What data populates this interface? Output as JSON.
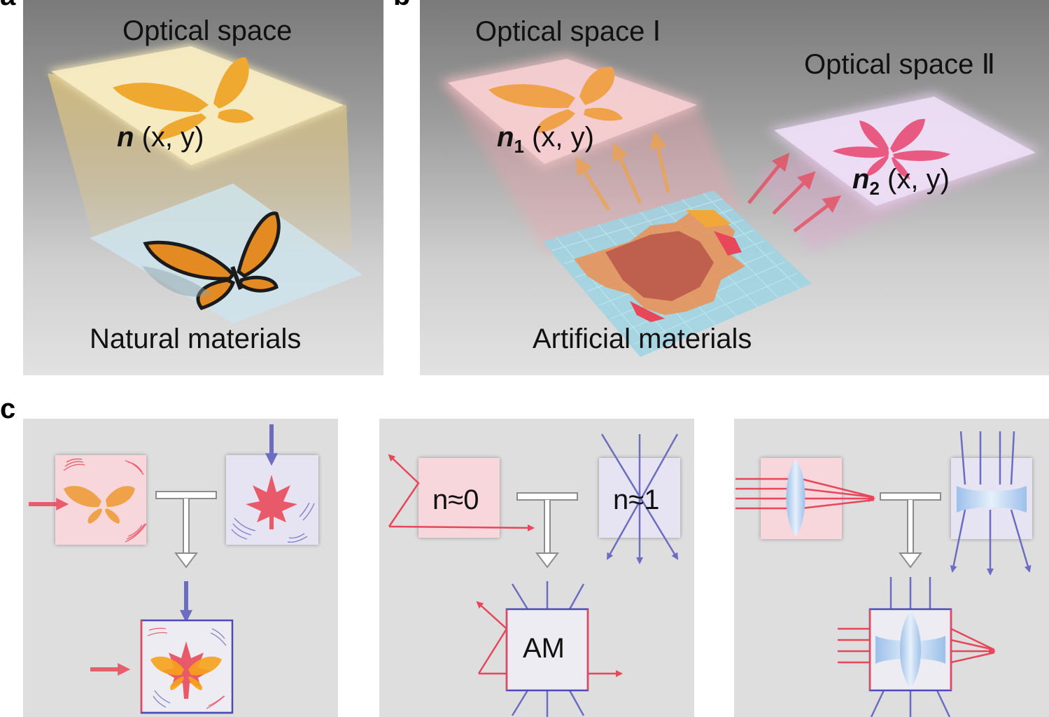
{
  "panels": {
    "a": {
      "letter": "a",
      "title": "Optical space",
      "bottom_label": "Natural materials",
      "index": {
        "n": "n",
        "args": "(x, y)"
      }
    },
    "b": {
      "letter": "b",
      "title_1": "Optical space Ⅰ",
      "title_2": "Optical space Ⅱ",
      "bottom_label": "Artificial materials",
      "index_1": {
        "n": "n",
        "sub": "1",
        "args": "(x, y)"
      },
      "index_2": {
        "n": "n",
        "sub": "2",
        "args": "(x, y)"
      }
    },
    "c": {
      "letter": "c",
      "middle": {
        "box_1": "n≈0",
        "box_2": "n≈1",
        "combined": "AM"
      }
    }
  },
  "colors": {
    "red": "#e8475a",
    "blue": "#6c6cc0",
    "orange": "#f5a623",
    "pink_box": "#f7d6dc",
    "lavender_box": "#e6e3f2",
    "gray_arrow": "#8c8c8c"
  }
}
